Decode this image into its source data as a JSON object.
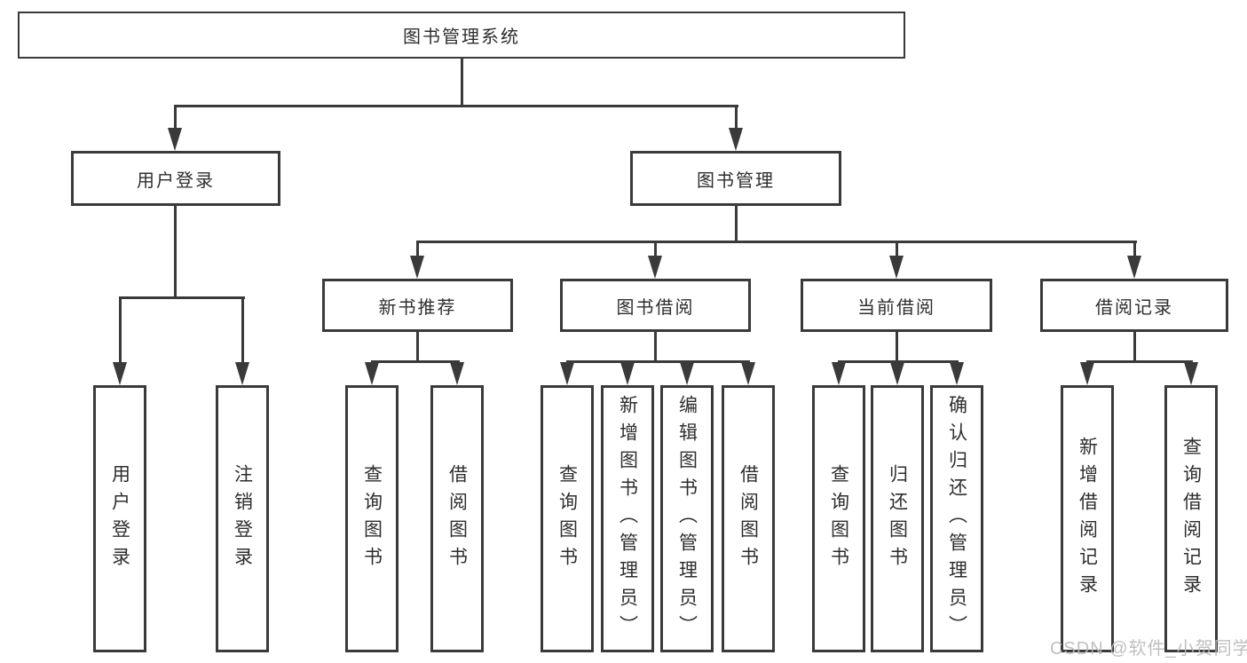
{
  "colors": {
    "line": "#3a3a3a",
    "text": "#2e2e2e",
    "watermark": "#b9b9b9",
    "background": "#ffffff"
  },
  "watermark": "CSDN @软件_小贺同学",
  "nodes": {
    "root": "图书管理系统",
    "l2": [
      "用户登录",
      "图书管理"
    ],
    "l3": [
      "新书推荐",
      "图书借阅",
      "当前借阅",
      "借阅记录"
    ],
    "leaves": [
      "用户登录",
      "注销登录",
      "查询图书",
      "借阅图书",
      "查询图书",
      "新增图书（管理员）",
      "编辑图书（管理员）",
      "借阅图书",
      "查询图书",
      "归还图书",
      "确认归还（管理员）",
      "新增借阅记录",
      "查询借阅记录"
    ]
  },
  "hierarchy": {
    "图书管理系统": [
      "用户登录",
      "图书管理"
    ],
    "用户登录": [
      "用户登录",
      "注销登录"
    ],
    "图书管理": [
      "新书推荐",
      "图书借阅",
      "当前借阅",
      "借阅记录"
    ],
    "新书推荐": [
      "查询图书",
      "借阅图书"
    ],
    "图书借阅": [
      "查询图书",
      "新增图书（管理员）",
      "编辑图书（管理员）",
      "借阅图书"
    ],
    "当前借阅": [
      "查询图书",
      "归还图书",
      "确认归还（管理员）"
    ],
    "借阅记录": [
      "新增借阅记录",
      "查询借阅记录"
    ]
  }
}
